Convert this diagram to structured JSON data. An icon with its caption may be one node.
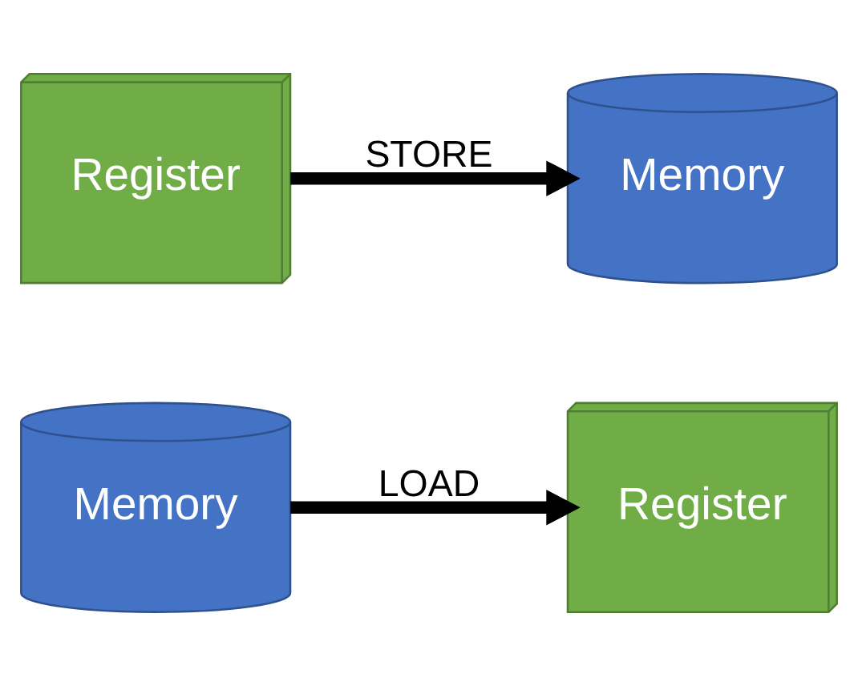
{
  "diagram": {
    "nodes": [
      {
        "text": [
          "Register"
        ]
      },
      {
        "text": [
          "Memory"
        ]
      },
      {
        "text": [
          "Register"
        ]
      },
      {
        "text": [
          "Memory"
        ]
      }
    ],
    "edges": [
      {
        "from": 1,
        "to": 0,
        "arrow": "to",
        "label": "LOAD"
      },
      {
        "from": 2,
        "to": 3,
        "arrow": "to",
        "label": "STORE"
      }
    ]
  }
}
